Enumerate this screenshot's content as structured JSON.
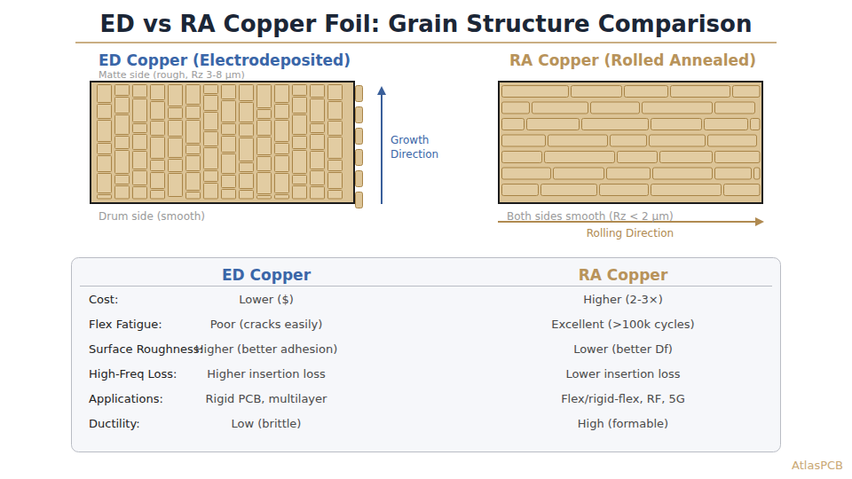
{
  "diagram": {
    "title": "ED vs RA Copper Foil: Grain Structure Comparison",
    "nodes": [
      {
        "text": [
          "ED Copper (Electrodeposited)",
          "Matte side (rough, Rz 3-8 μm)",
          "Drum side (smooth)"
        ]
      },
      {
        "text": [
          "RA Copper (Rolled Annealed)",
          "Both sides smooth (Rz < 2 μm)"
        ]
      }
    ],
    "labels": [
      "Growth Direction",
      "Rolling Direction",
      "ED Copper",
      "RA Copper",
      "Cost:",
      "Lower ($)",
      "Higher (2-3×)",
      "Flex Fatigue:",
      "Poor (cracks easily)",
      "Excellent (>100k cycles)",
      "Surface Roughness:",
      "Higher (better adhesion)",
      "Lower (better Df)",
      "High-Freq Loss:",
      "Higher insertion loss",
      "Lower insertion loss",
      "Applications:",
      "Rigid PCB, multilayer",
      "Flex/rigid-flex, RF, 5G",
      "Ductility:",
      "Low (brittle)",
      "High (formable)",
      "AtlasPCB"
    ]
  }
}
